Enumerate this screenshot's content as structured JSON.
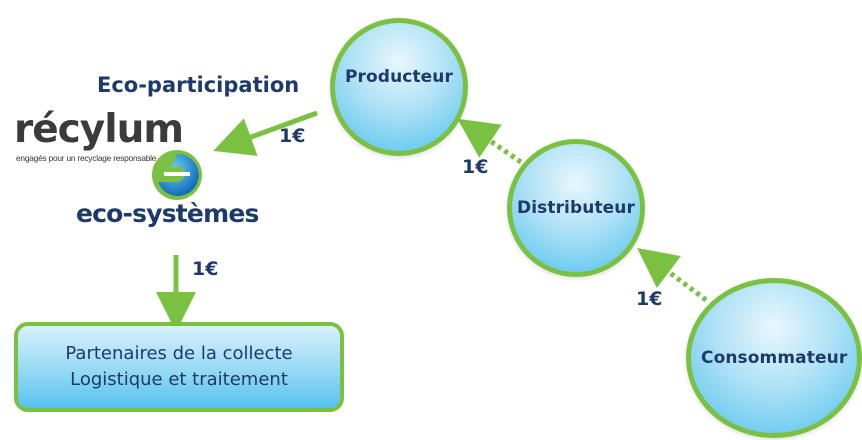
{
  "nodes": {
    "producteur": "Producteur",
    "distributeur": "Distributeur",
    "consommateur": "Consommateur"
  },
  "eco_participation": "Eco-participation",
  "prices": {
    "to_eco_organisms": "1€",
    "distributeur_to_producteur": "1€",
    "consommateur_to_distributeur": "1€",
    "to_partners": "1€"
  },
  "logos": {
    "recylum": "récylum",
    "recylum_tagline": "engagés pour un recyclage responsable",
    "eco_systemes": "eco-systèmes",
    "eco_systemes_icon": "e-swirl-icon"
  },
  "partners": {
    "line1": "Partenaires de la collecte",
    "line2": "Logistique et traitement"
  },
  "colors": {
    "arrow_green": "#7ac142",
    "text_navy": "#1d3a6a",
    "node_fill": "#4fc2ef"
  }
}
